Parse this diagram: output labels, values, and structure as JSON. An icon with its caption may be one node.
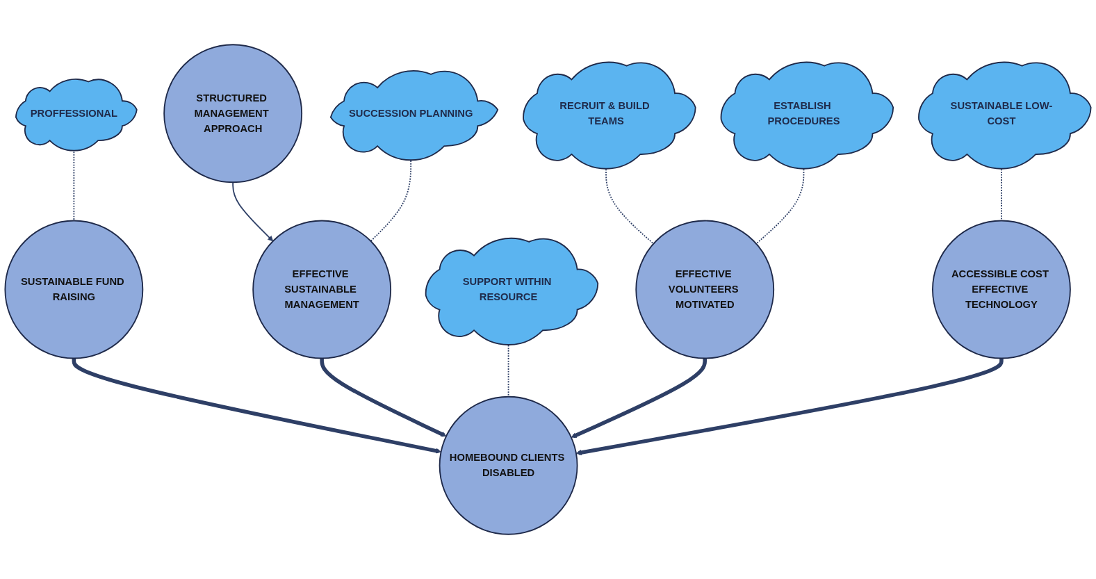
{
  "diagram": {
    "nodes": [
      {
        "text": [
          "PROFFESSIONAL"
        ]
      },
      {
        "text": [
          "STRUCTURED MANAGEMENT APPROACH"
        ]
      },
      {
        "text": [
          "SUCCESSION PLANNING"
        ]
      },
      {
        "text": [
          "SUSTAINABLE FUND RAISING"
        ]
      },
      {
        "text": [
          "EFFECTIVE SUSTAINABLE MANAGEMENT"
        ]
      },
      {
        "text": [
          "HOMEBOUND CLIENTS DISABLED"
        ]
      },
      {
        "text": [
          "SUPPORT WITHIN RESOURCE"
        ]
      },
      {
        "text": [
          "RECRUIT & BUILD TEAMS"
        ]
      },
      {
        "text": [
          "ESTABLISH PROCEDURES"
        ]
      },
      {
        "text": [
          "EFFECTIVE VOLUNTEERS MOTIVATED"
        ]
      },
      {
        "text": [
          "ACCESSIBLE COST EFFECTIVE TECHNOLOGY"
        ]
      },
      {
        "text": [
          "SUSTAINABLE LOW-COST"
        ]
      }
    ],
    "edges": [
      {
        "from": 0,
        "to": 3,
        "arrow": "none",
        "style": "dashed"
      },
      {
        "from": 1,
        "to": 4,
        "arrow": "to"
      },
      {
        "from": 2,
        "to": 4,
        "arrow": "none",
        "style": "dashed"
      },
      {
        "from": 3,
        "to": 5,
        "arrow": "to",
        "style": "thick"
      },
      {
        "from": 4,
        "to": 5,
        "arrow": "to",
        "style": "thick"
      },
      {
        "from": 6,
        "to": 5,
        "arrow": "none",
        "style": "dashed"
      },
      {
        "from": 7,
        "to": 9,
        "arrow": "none",
        "style": "dashed"
      },
      {
        "from": 8,
        "to": 9,
        "arrow": "none",
        "style": "dashed"
      },
      {
        "from": 9,
        "to": 5,
        "arrow": "to",
        "style": "thick"
      },
      {
        "from": 10,
        "to": 5,
        "arrow": "to",
        "style": "thick"
      },
      {
        "from": 11,
        "to": 10,
        "arrow": "none",
        "style": "dashed"
      }
    ]
  }
}
